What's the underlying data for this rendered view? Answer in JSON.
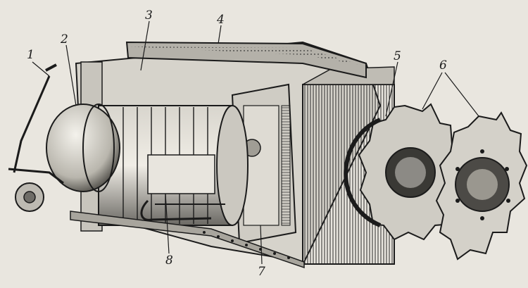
{
  "figure": {
    "callouts": [
      "1",
      "2",
      "3",
      "4",
      "5",
      "6",
      "7",
      "8"
    ]
  },
  "colors": {
    "paper": "#e9e6df",
    "ink": "#1b1b1b",
    "shade": "#8c8a85",
    "mid": "#c9c6be"
  }
}
